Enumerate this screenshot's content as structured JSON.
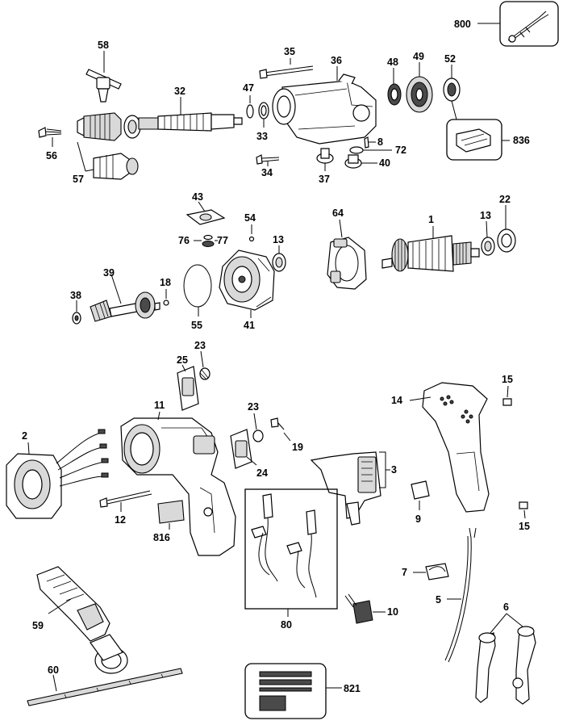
{
  "part_labels": {
    "p1": "1",
    "p2": "2",
    "p3": "3",
    "p5": "5",
    "p6": "6",
    "p7": "7",
    "p8": "8",
    "p9": "9",
    "p10": "10",
    "p11": "11",
    "p12": "12",
    "p13a": "13",
    "p13b": "13",
    "p14": "14",
    "p15a": "15",
    "p15b": "15",
    "p18": "18",
    "p19": "19",
    "p22": "22",
    "p23a": "23",
    "p23b": "23",
    "p24": "24",
    "p25": "25",
    "p32": "32",
    "p33": "33",
    "p34": "34",
    "p35": "35",
    "p36": "36",
    "p37": "37",
    "p38": "38",
    "p39": "39",
    "p40": "40",
    "p41": "41",
    "p43": "43",
    "p47": "47",
    "p48": "48",
    "p49": "49",
    "p52": "52",
    "p54": "54",
    "p55": "55",
    "p56": "56",
    "p57": "57",
    "p58": "58",
    "p59": "59",
    "p60": "60",
    "p64": "64",
    "p72": "72",
    "p76": "76",
    "p77": "77",
    "p80": "80",
    "p800": "800",
    "p816": "816",
    "p821": "821",
    "p836": "836"
  }
}
